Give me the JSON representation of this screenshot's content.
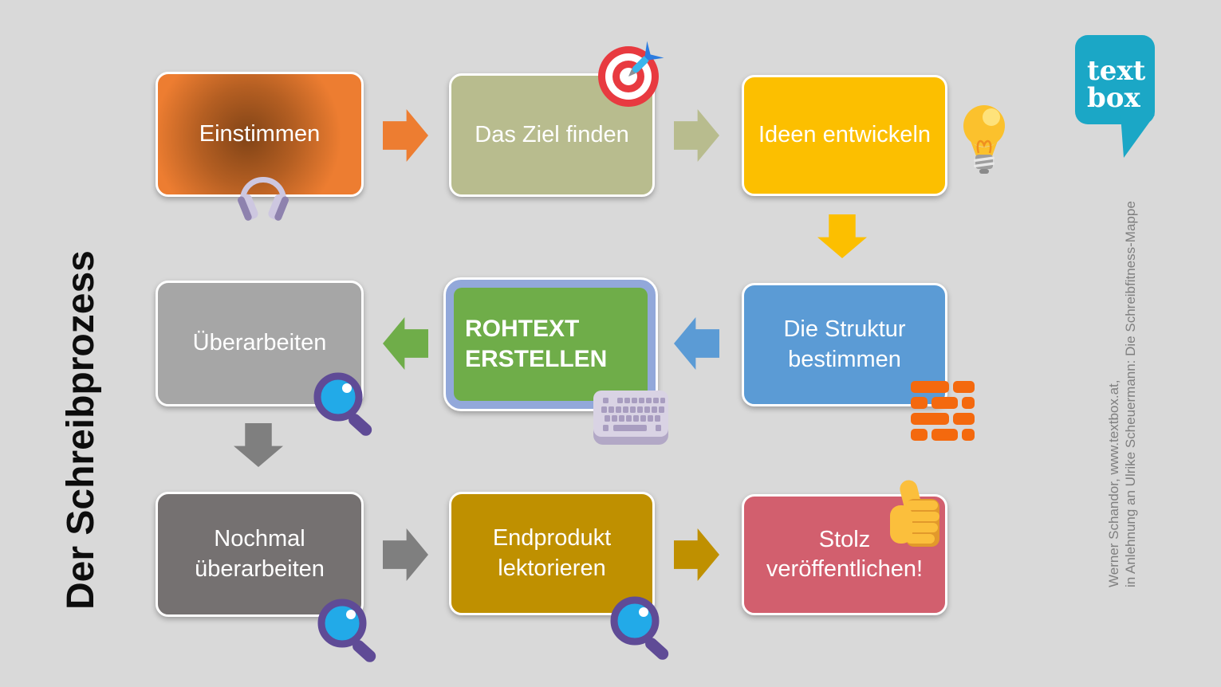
{
  "title": "Der Schreibprozess",
  "credit": {
    "line1": "Werner Schandor, www.textbox.at,",
    "line2": "in Anlehnung an Ulrike Scheuermann: Die Schreibfitness-Mappe"
  },
  "logo": {
    "word1": "text",
    "word2": "box",
    "color": "#1ba7c6"
  },
  "background_color": "#d9d9d9",
  "steps": [
    {
      "label": "Einstimmen",
      "color": "#ed7d31",
      "icon": "headphones"
    },
    {
      "label": "Das Ziel finden",
      "color": "#b8bc8e",
      "icon": "target"
    },
    {
      "label": "Ideen entwickeln",
      "color": "#fcbf00",
      "icon": "lightbulb"
    },
    {
      "label": "Die Struktur bestimmen",
      "color": "#5b9bd5",
      "icon": "brick-wall"
    },
    {
      "label": "ROHTEXT ERSTELLEN",
      "color": "#6fad49",
      "frame_color": "#92a8da",
      "icon": "keyboard"
    },
    {
      "label": "Überarbeiten",
      "color": "#a6a6a6",
      "icon": "magnifying-glass"
    },
    {
      "label": "Nochmal überarbeiten",
      "color": "#757171",
      "icon": "magnifying-glass"
    },
    {
      "label": "Endprodukt lektorieren",
      "color": "#bf9000",
      "icon": "magnifying-glass"
    },
    {
      "label": "Stolz veröffentlichen!",
      "color": "#d25f6e",
      "icon": "thumbs-up"
    }
  ],
  "arrows": [
    {
      "dir": "right",
      "color": "#ed7d31"
    },
    {
      "dir": "right",
      "color": "#b8bc8e"
    },
    {
      "dir": "down",
      "color": "#fcbf00"
    },
    {
      "dir": "left",
      "color": "#5b9bd5"
    },
    {
      "dir": "left",
      "color": "#6fad49"
    },
    {
      "dir": "down",
      "color": "#7f7f7f"
    },
    {
      "dir": "right",
      "color": "#7f7f7f"
    },
    {
      "dir": "right",
      "color": "#bf9000"
    }
  ]
}
